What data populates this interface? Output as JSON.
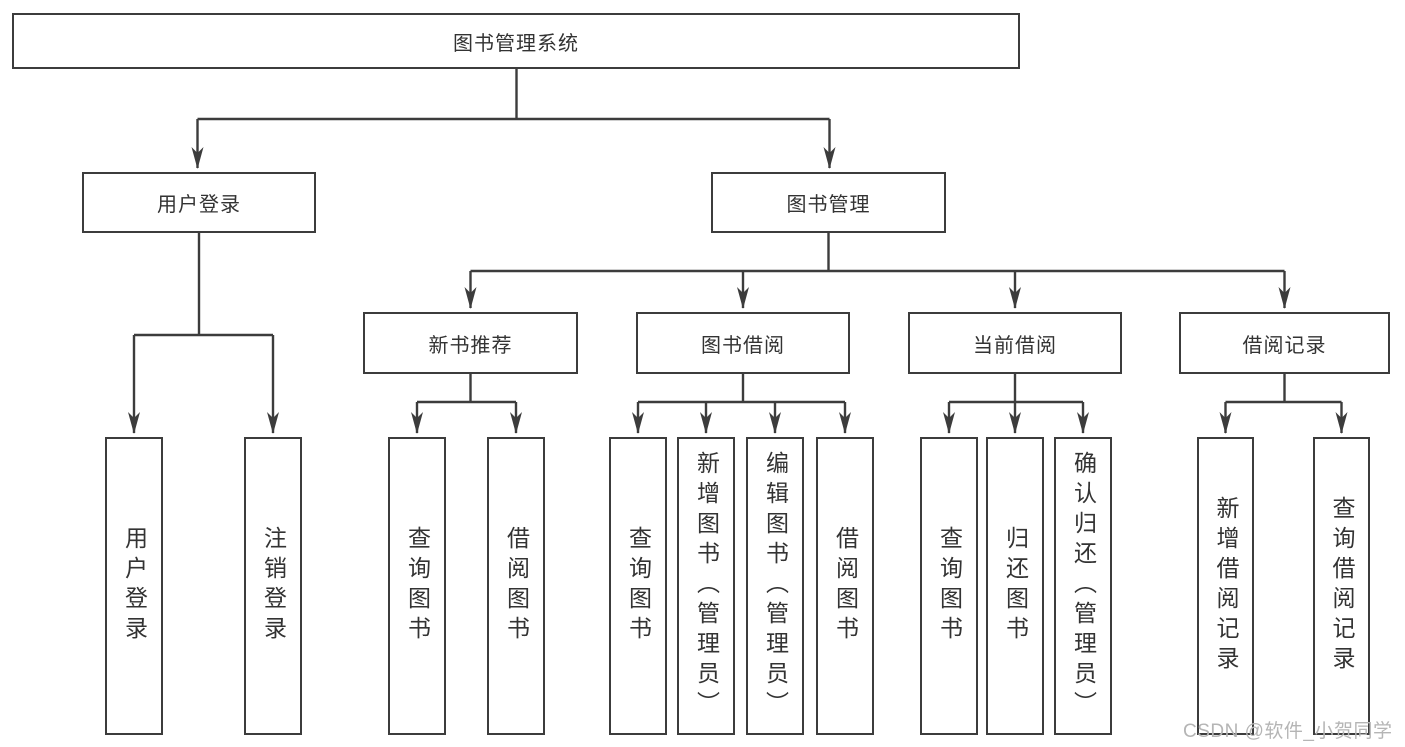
{
  "diagram": {
    "root": {
      "label": "图书管理系统"
    },
    "level2": [
      {
        "label": "用户登录",
        "children": [
          {
            "label": "用户登录"
          },
          {
            "label": "注销登录"
          }
        ]
      },
      {
        "label": "图书管理",
        "children": [
          {
            "label": "新书推荐",
            "children": [
              {
                "label": "查询图书"
              },
              {
                "label": "借阅图书"
              }
            ]
          },
          {
            "label": "图书借阅",
            "children": [
              {
                "label": "查询图书"
              },
              {
                "label": "新增图书（管理员）"
              },
              {
                "label": "编辑图书（管理员）"
              },
              {
                "label": "借阅图书"
              }
            ]
          },
          {
            "label": "当前借阅",
            "children": [
              {
                "label": "查询图书"
              },
              {
                "label": "归还图书"
              },
              {
                "label": "确认归还（管理员）"
              }
            ]
          },
          {
            "label": "借阅记录",
            "children": [
              {
                "label": "新增借阅记录"
              },
              {
                "label": "查询借阅记录"
              }
            ]
          }
        ]
      }
    ],
    "colors": {
      "line": "#3c3c3c",
      "text": "#333333",
      "background": "#ffffff",
      "watermark": "#b5b5b5"
    }
  },
  "watermark": {
    "text": "CSDN @软件_小贺同学"
  }
}
